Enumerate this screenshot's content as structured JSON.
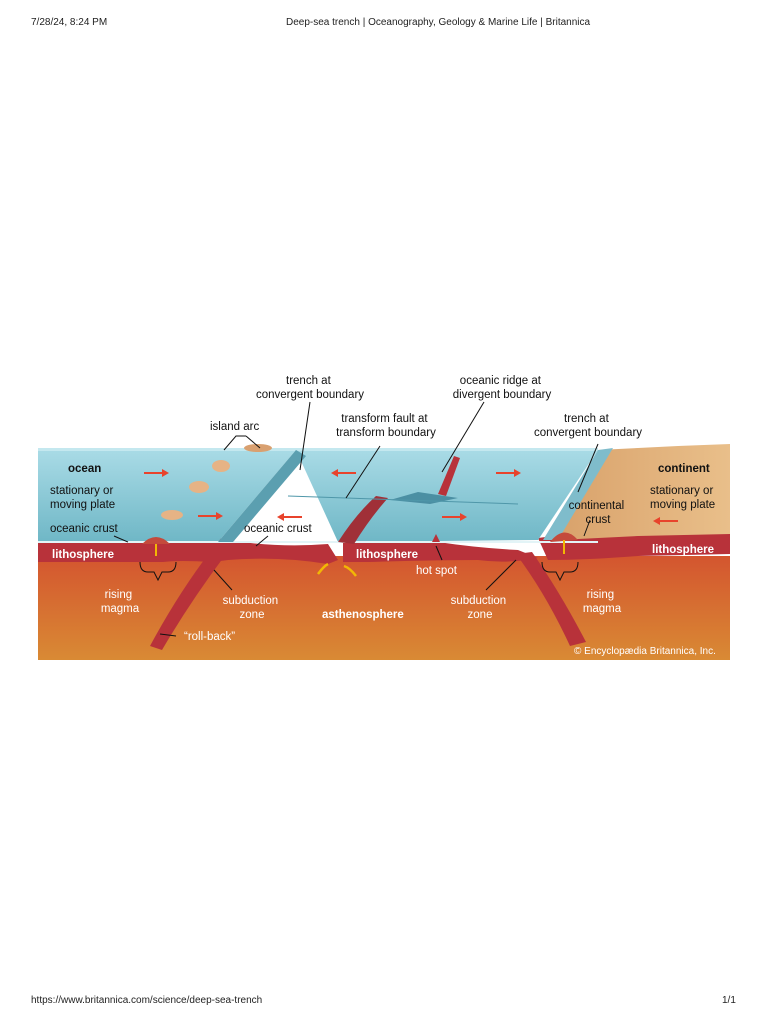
{
  "print_header": {
    "datetime": "7/28/24, 8:24 PM",
    "page_title": "Deep-sea trench | Oceanography, Geology & Marine Life | Britannica"
  },
  "print_footer": {
    "url": "https://www.britannica.com/science/deep-sea-trench",
    "page_number": "1/1"
  },
  "diagram": {
    "labels": {
      "trench_left": [
        "trench at",
        "convergent boundary"
      ],
      "ridge": [
        "oceanic ridge at",
        "divergent boundary"
      ],
      "island_arc": "island arc",
      "transform_fault": [
        "transform fault at",
        "transform boundary"
      ],
      "trench_right": [
        "trench at",
        "convergent boundary"
      ],
      "ocean": "ocean",
      "plate_left": [
        "stationary or",
        "moving plate"
      ],
      "oceanic_crust_left": "oceanic crust",
      "oceanic_crust_mid": "oceanic crust",
      "lithosphere_left": "lithosphere",
      "lithosphere_mid": "lithosphere",
      "lithosphere_right": "lithosphere",
      "continent": "continent",
      "plate_right": [
        "stationary or",
        "moving plate"
      ],
      "continental_crust": [
        "continental",
        "crust"
      ],
      "hot_spot": "hot spot",
      "rising_magma_left": [
        "rising",
        "magma"
      ],
      "rising_magma_right": [
        "rising",
        "magma"
      ],
      "subduction_left": [
        "subduction",
        "zone"
      ],
      "subduction_right": [
        "subduction",
        "zone"
      ],
      "asthenosphere": "asthenosphere",
      "roll_back": "“roll-back”",
      "copyright": "© Encyclopædia Britannica, Inc."
    },
    "colors": {
      "ocean_water": "#8ccbd8",
      "ocean_surface": "#a8dbe6",
      "lithosphere": "#b8323a",
      "asthenosphere": "#d87a35",
      "continent": "#e2b07c",
      "arrow": "#e8432c",
      "magma_arrow": "#f2b705"
    }
  }
}
